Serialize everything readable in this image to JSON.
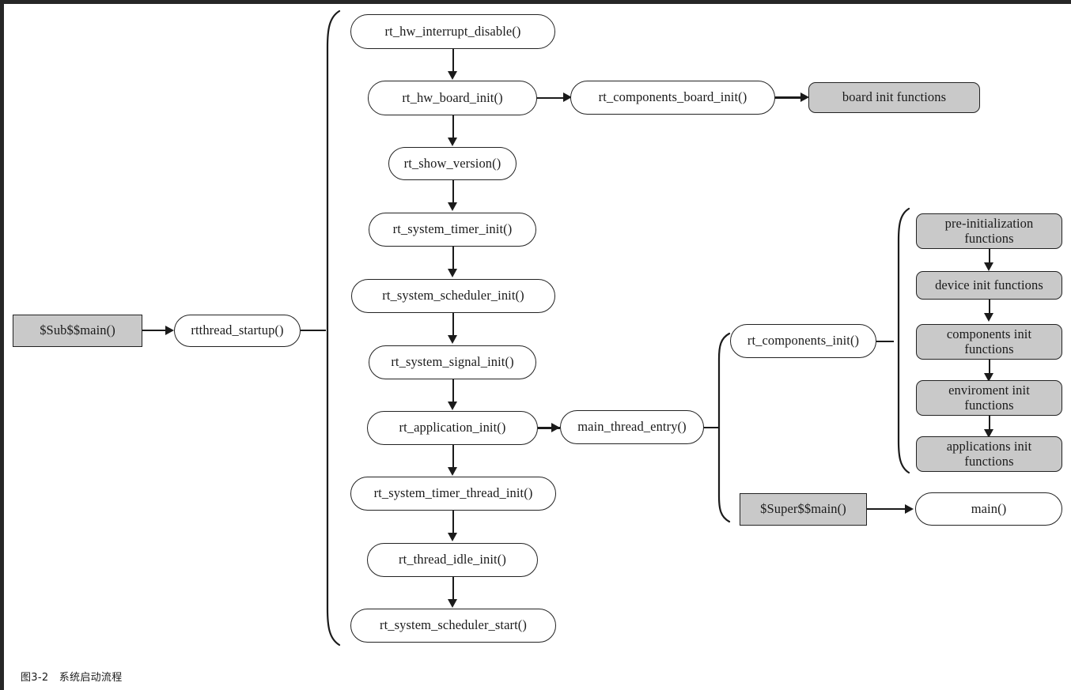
{
  "figure": {
    "caption": "图3-2　系统启动流程",
    "colors": {
      "fill_gray": "#c9c9c9",
      "fill_white": "#ffffff",
      "stroke": "#222222",
      "page_edge": "#272727"
    }
  },
  "entry": {
    "sub_main": "$Sub$$main()",
    "rtthread_startup": "rtthread_startup()"
  },
  "startup_chain": {
    "title": "rtthread_startup sequence",
    "steps": [
      {
        "label": "rt_hw_interrupt_disable()"
      },
      {
        "label": "rt_hw_board_init()"
      },
      {
        "label": "rt_show_version()"
      },
      {
        "label": "rt_system_timer_init()"
      },
      {
        "label": "rt_system_scheduler_init()"
      },
      {
        "label": "rt_system_signal_init()"
      },
      {
        "label": "rt_application_init()"
      },
      {
        "label": "rt_system_timer_thread_init()"
      },
      {
        "label": "rt_thread_idle_init()"
      },
      {
        "label": "rt_system_scheduler_start()"
      }
    ]
  },
  "board_branch": {
    "components_board_init": "rt_components_board_init()",
    "board_init_functions": "board init functions"
  },
  "app_branch": {
    "main_thread_entry": "main_thread_entry()",
    "components_init": "rt_components_init()",
    "super_main": "$Super$$main()",
    "main": "main()"
  },
  "init_functions": {
    "items": [
      {
        "label": "pre-initialization\nfunctions"
      },
      {
        "label": "device init functions"
      },
      {
        "label": "components init\nfunctions"
      },
      {
        "label": "enviroment init\nfunctions"
      },
      {
        "label": "applications init\nfunctions"
      }
    ]
  }
}
